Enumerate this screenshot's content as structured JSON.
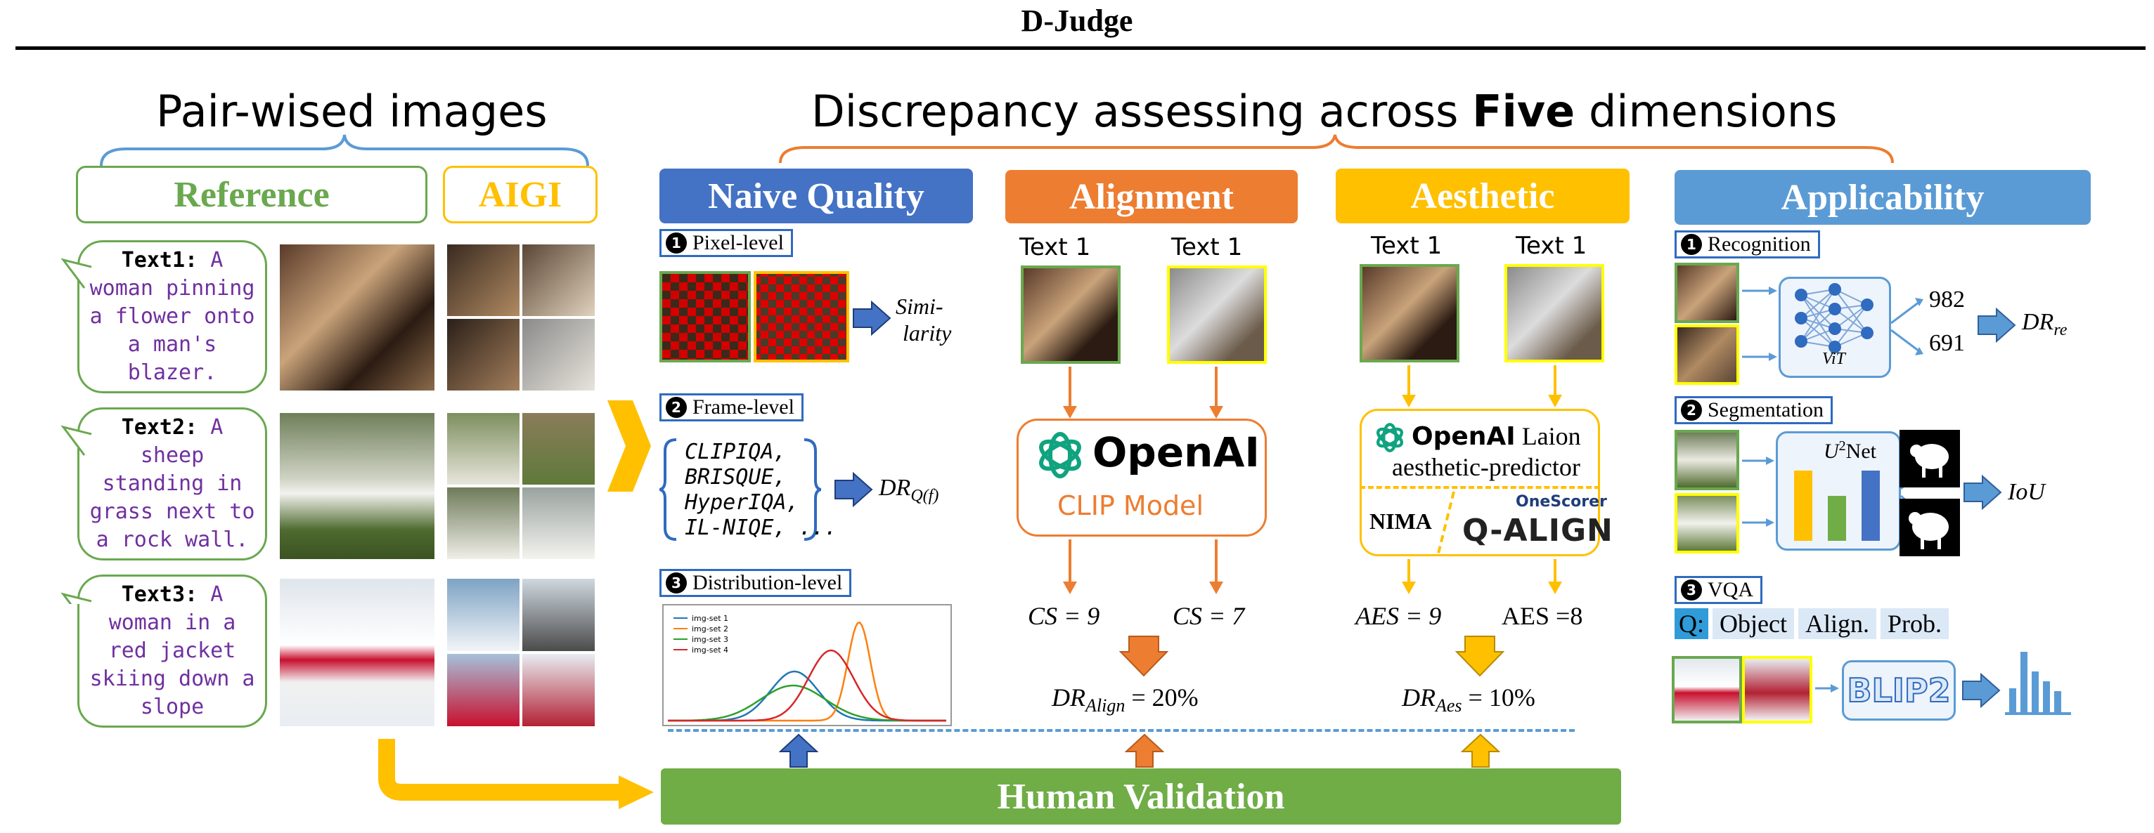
{
  "title": "D-Judge",
  "left": {
    "heading": "Pair-wised images",
    "reference_label": "Reference",
    "aigi_label": "AIGI",
    "texts": [
      {
        "tag": "Text1:",
        "body": "A woman pinning a flower onto a man's blazer."
      },
      {
        "tag": "Text2:",
        "body": "A sheep standing in grass next to a rock wall."
      },
      {
        "tag": "Text3:",
        "body": "A woman in a red jacket skiing down a slope"
      }
    ]
  },
  "center": {
    "heading_prefix": "Discrepancy assessing across ",
    "heading_bold": "Five",
    "heading_suffix": " dimensions"
  },
  "naive": {
    "title": "Naive Quality",
    "pixel_label": "Pixel-level",
    "pixel_num": "1",
    "similarity_line1": "Simi-",
    "similarity_line2": "larity",
    "frame_label": "Frame-level",
    "frame_num": "2",
    "metrics": [
      "CLIPIQA,",
      "BRISQUE,",
      "HyperIQA,",
      "IL-NIQE, ..."
    ],
    "frame_result": "DR",
    "frame_result_sub": "Q(f)",
    "dist_label": "Distribution-level",
    "dist_num": "3",
    "chart_data": {
      "type": "line",
      "series": [
        {
          "name": "img-set 1",
          "color": "#1f77b4"
        },
        {
          "name": "img-set 2",
          "color": "#ff7f0e"
        },
        {
          "name": "img-set 3",
          "color": "#2ca02c"
        },
        {
          "name": "img-set 4",
          "color": "#d62728"
        }
      ]
    }
  },
  "alignment": {
    "title": "Alignment",
    "text_left": "Text 1",
    "text_right": "Text 1",
    "model_brand": "OpenAI",
    "model_name": "CLIP Model",
    "cs_left": "CS = 9",
    "cs_right": "CS = 7",
    "result": "DR",
    "result_sub": "Align",
    "result_value": " = 20%"
  },
  "aesthetic": {
    "title": "Aesthetic",
    "text_left": "Text 1",
    "text_right": "Text 1",
    "brand": "OpenAI",
    "brand_suffix": " Laion",
    "predictor": "aesthetic-predictor",
    "nima": "NIMA",
    "onescorer": "OneScorer",
    "qalign": "Q-ALIGN",
    "aes_left": "AES = 9",
    "aes_right": "AES =8",
    "result": "DR",
    "result_sub": "Aes",
    "result_value": " = 10%"
  },
  "applicability": {
    "title": "Applicability",
    "recognition_label": "Recognition",
    "recognition_num": "1",
    "vit": "ViT",
    "score_top": "982",
    "score_bottom": "691",
    "rec_result": "DR",
    "rec_result_sub": "re",
    "segmentation_label": "Segmentation",
    "segmentation_num": "2",
    "unet": "U",
    "unet_sup": "2",
    "unet_suffix": "Net",
    "seg_result": "IoU",
    "vqa_label": "VQA",
    "vqa_num": "3",
    "vqa_q": "Q:",
    "vqa_tags": [
      "Object",
      "Align.",
      "Prob."
    ],
    "blip": "BLIP2"
  },
  "footer": {
    "validation": "Human Validation"
  },
  "colors": {
    "naive": "#4472c4",
    "alignment": "#ed7d31",
    "aesthetic": "#ffc000",
    "applicability": "#5b9bd5",
    "human": "#70ad47",
    "reference": "#6aa84f",
    "aigi": "#ffc000",
    "text_purple": "#7030a0"
  }
}
